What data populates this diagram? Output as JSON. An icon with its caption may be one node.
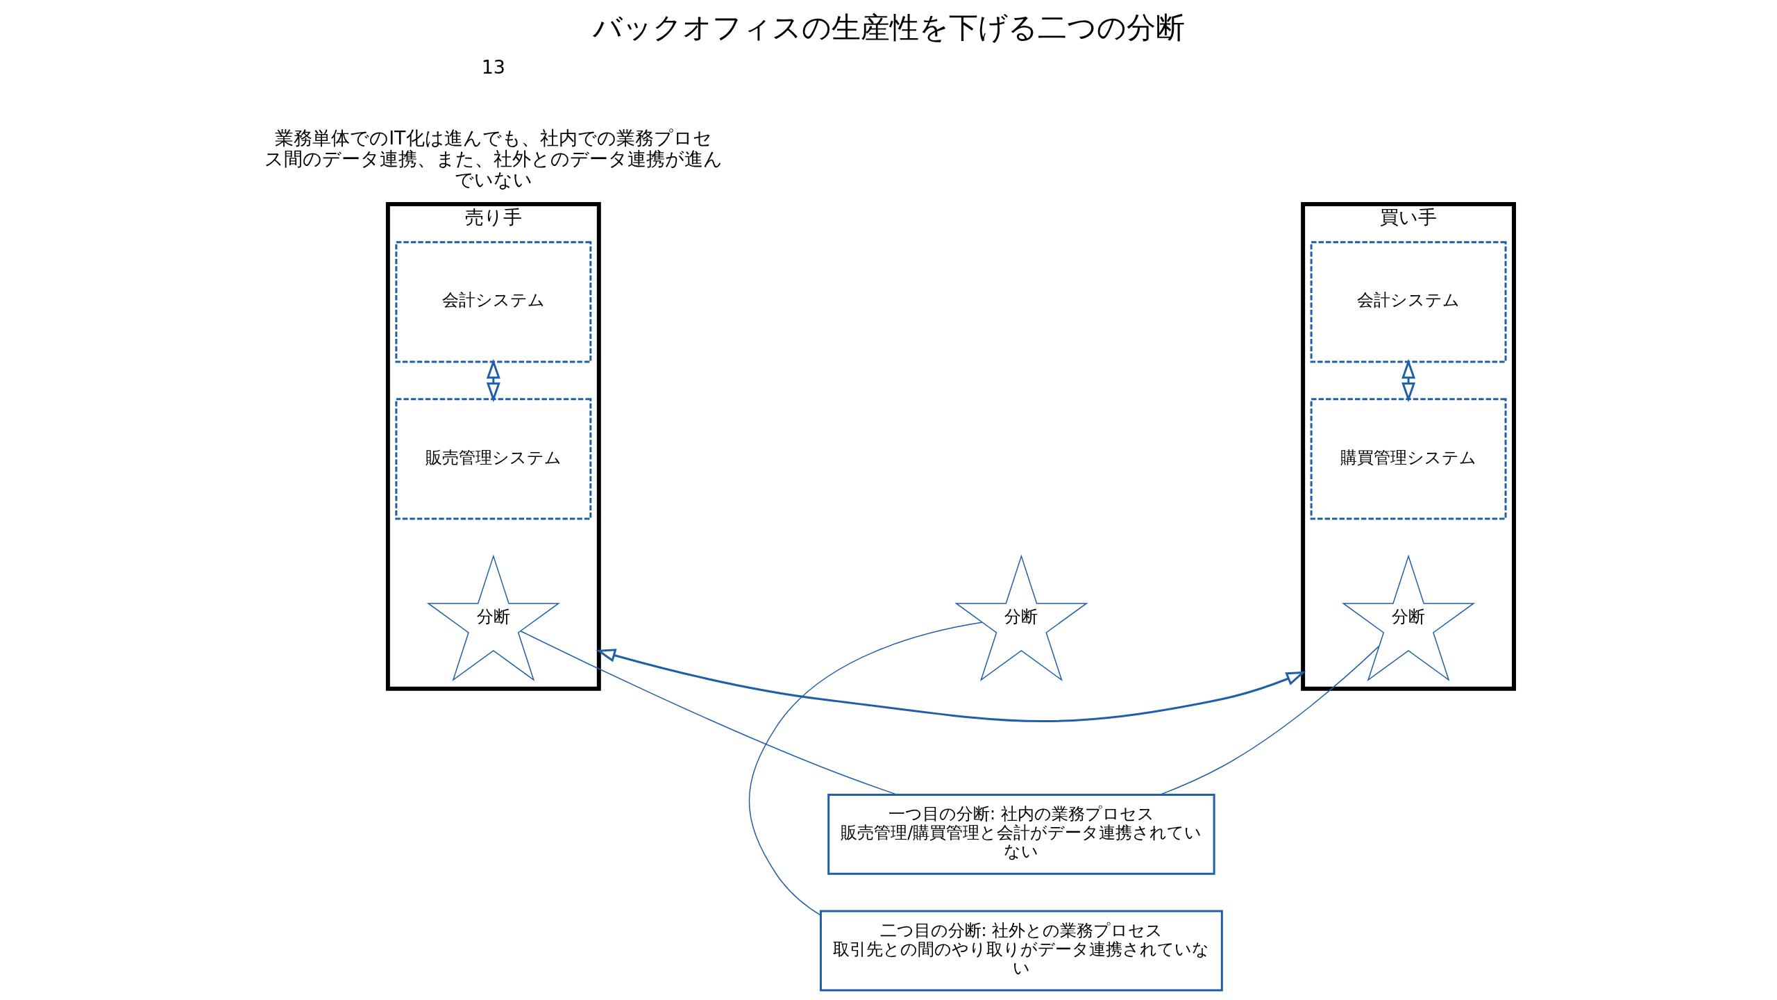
{
  "diagram": {
    "title": "バックオフィスの生産性を下げる二つの分断",
    "nodes": [
      {
        "text": [
          "売り手"
        ]
      },
      {
        "text": [
          "販売管理システム"
        ],
        "in": 0
      },
      {
        "text": [
          "会計システム"
        ],
        "in": 0
      },
      {
        "text": [
          "分断"
        ],
        "in": 0
      },
      {
        "text": [
          "一つ目の分断: 社内の業務プロセス",
          "販売管理/購買管理と会計がデータ連携されていない"
        ]
      },
      {
        "text": [
          "分断"
        ]
      },
      {
        "text": [
          "二つ目の分断: 社外との業務プロセス",
          "取引先との間のやり取りがデータ連携されていない"
        ]
      },
      {
        "text": [
          "買い手"
        ]
      },
      {
        "text": [
          "購買管理システム"
        ],
        "in": 7
      },
      {
        "text": [
          "会計システム"
        ],
        "in": 7
      },
      {
        "text": [
          "分断"
        ],
        "in": 7
      }
    ],
    "edges": [
      {
        "from": 1,
        "to": 2,
        "arrow": "both"
      },
      {
        "from": 8,
        "to": 9,
        "arrow": "both"
      },
      {
        "from": 0,
        "to": 7,
        "arrow": "both"
      },
      {
        "from": 4,
        "to": 3,
        "arrow": "none"
      },
      {
        "from": 4,
        "to": 10,
        "arrow": "none"
      },
      {
        "from": 5,
        "to": 6,
        "arrow": "none"
      }
    ],
    "labels": [
      "業務単体でのIT化は進んでも、社内での業務プロセス間のデータ連携、また、社外とのデータ連携が進んでいない",
      "13"
    ]
  }
}
